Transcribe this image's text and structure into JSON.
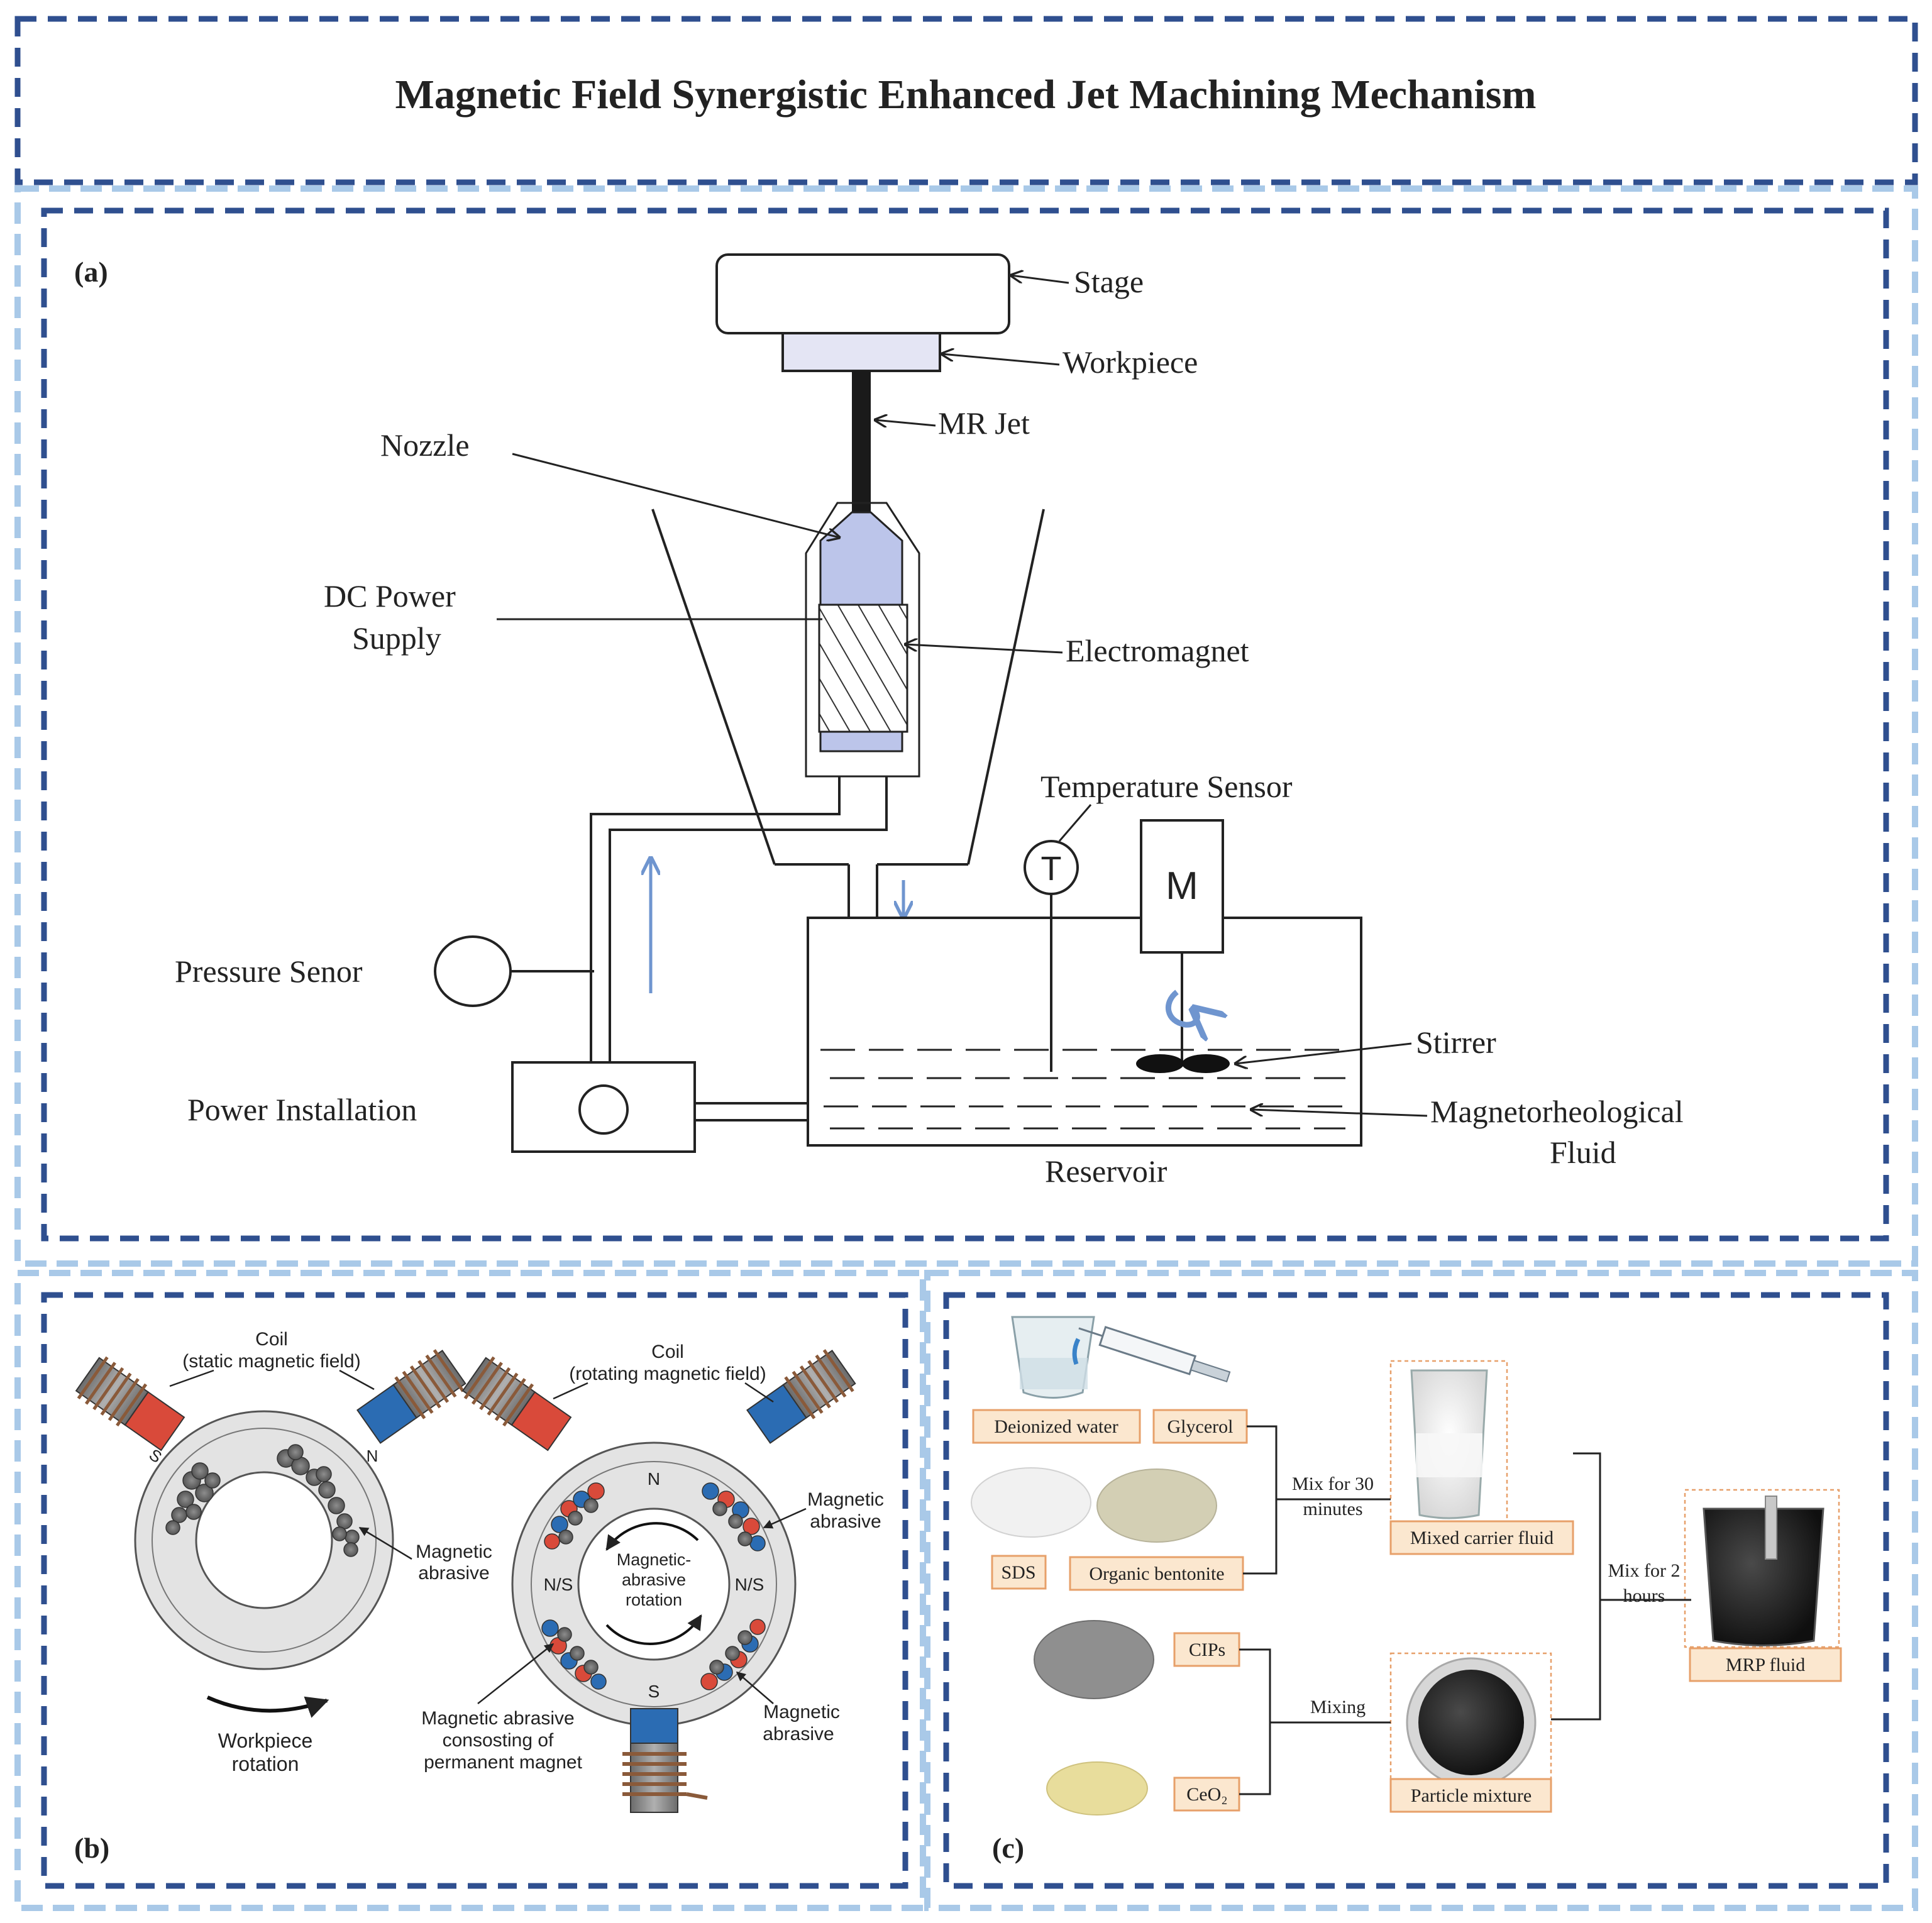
{
  "title": "Magnetic Field Synergistic Enhanced Jet Machining Mechanism",
  "colors": {
    "dark_blue_dash": "#2f4f8f",
    "light_blue_dash": "#a9c9e8",
    "arrow_blue": "#6f95cf",
    "label_fill": "#fbe7cf",
    "label_border": "#e7a06a",
    "magnet_red": "#d94a3a",
    "magnet_blue": "#2b6cb3"
  },
  "panel_a": {
    "label": "(a)",
    "stage": "Stage",
    "workpiece": "Workpiece",
    "mr_jet": "MR Jet",
    "nozzle": "Nozzle",
    "dc_power_1": "DC Power",
    "dc_power_2": "Supply",
    "electromagnet": "Electromagnet",
    "temperature_sensor": "Temperature Sensor",
    "t_symbol": "T",
    "m_symbol": "M",
    "pressure_sensor": "Pressure Senor",
    "stirrer": "Stirrer",
    "power_installation": "Power Installation",
    "mr_fluid_1": "Magnetorheological",
    "mr_fluid_2": "Fluid",
    "reservoir": "Reservoir"
  },
  "panel_b": {
    "label": "(b)",
    "coil_left_1": "Coil",
    "coil_left_2": "(static magnetic field)",
    "coil_right_1": "Coil",
    "coil_right_2": "(rotating magnetic field)",
    "magnetic_abrasive_left_1": "Magnetic",
    "magnetic_abrasive_left_2": "abrasive",
    "workpiece_rotation_1": "Workpiece",
    "workpiece_rotation_2": "rotation",
    "magnetic_abrasive_top_1": "Magnetic",
    "magnetic_abrasive_top_2": "abrasive",
    "pole_n": "N",
    "pole_s": "S",
    "pole_ns": "N/S",
    "inner_rotation_1": "Magnetic-",
    "inner_rotation_2": "abrasive",
    "inner_rotation_3": "rotation",
    "pm_abrasive_1": "Magnetic abrasive",
    "pm_abrasive_2": "consosting of",
    "pm_abrasive_3": "permanent magnet",
    "magnetic_abrasive_bottom_1": "Magnetic",
    "magnetic_abrasive_bottom_2": "abrasive"
  },
  "panel_c": {
    "label": "(c)",
    "deionized_water": "Deionized water",
    "glycerol": "Glycerol",
    "sds": "SDS",
    "organic_bentonite": "Organic bentonite",
    "mix30_1": "Mix for 30",
    "mix30_2": "minutes",
    "mixed_carrier_fluid": "Mixed carrier fluid",
    "cips": "CIPs",
    "ceo2": "CeO₂",
    "mixing": "Mixing",
    "particle_mixture": "Particle mixture",
    "mix2_1": "Mix for 2",
    "mix2_2": "hours",
    "mrp_fluid": "MRP fluid"
  }
}
